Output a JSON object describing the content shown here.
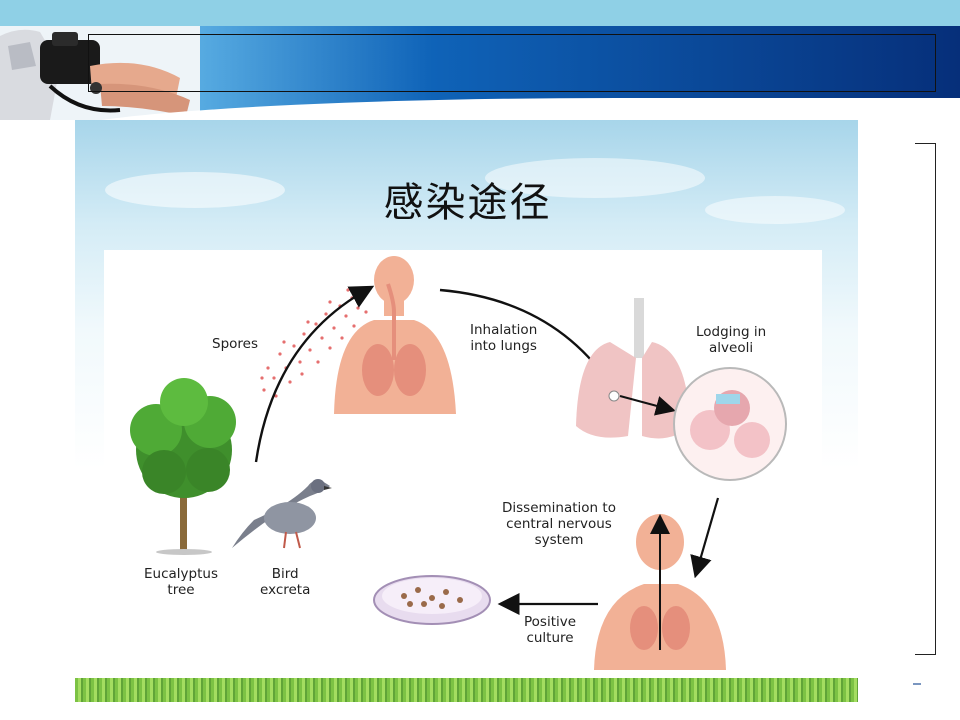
{
  "slide": {
    "title": "感染途径"
  },
  "diagram": {
    "labels": {
      "spores": "Spores",
      "inhalation_line1": "Inhalation",
      "inhalation_line2": "into lungs",
      "lodging_line1": "Lodging in",
      "lodging_line2": "alveoli",
      "dissemination_line1": "Dissemination to",
      "dissemination_line2": "central nervous",
      "dissemination_line3": "system",
      "positive_line1": "Positive",
      "positive_line2": "culture",
      "eucalyptus_line1": "Eucalyptus",
      "eucalyptus_line2": "tree",
      "bird_line1": "Bird",
      "bird_line2": "excreta"
    }
  },
  "icons": [
    "doctor-photo",
    "eucalyptus-tree-icon",
    "pigeon-icon",
    "human-torso-icon",
    "lungs-icon",
    "alveoli-icon",
    "petri-dish-icon"
  ],
  "colors": {
    "header_blue": "#0f63b8",
    "header_dark": "#062f7a",
    "top_strip": "#8fd0e6",
    "skin": "#f2b196",
    "lung": "#e58f7c",
    "arrow": "#111111"
  }
}
